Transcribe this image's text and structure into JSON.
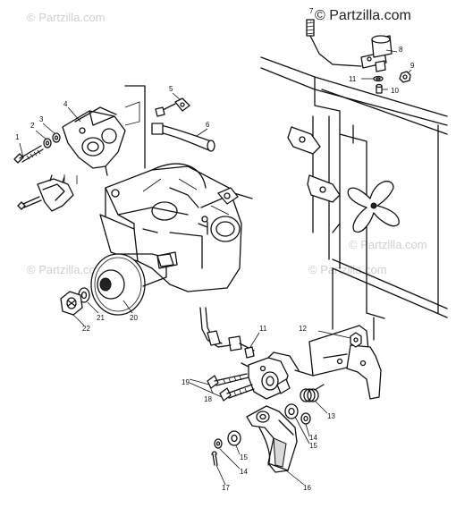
{
  "watermark": {
    "top_text": "© Partzilla.com",
    "faint_text": "© Partzilla.com"
  },
  "labels": {
    "p1": "1",
    "p2": "2",
    "p3": "3",
    "p4": "4",
    "p5": "5",
    "p6": "6",
    "p7": "7",
    "p8": "8",
    "p9": "9",
    "p10": "10",
    "p11a": "11",
    "p11b": "11",
    "p12": "12",
    "p13": "13",
    "p14a": "14",
    "p14b": "14",
    "p15a": "15",
    "p15b": "15",
    "p16": "16",
    "p17": "17",
    "p18": "18",
    "p19": "19",
    "p20": "20",
    "p21": "21",
    "p22": "22"
  }
}
